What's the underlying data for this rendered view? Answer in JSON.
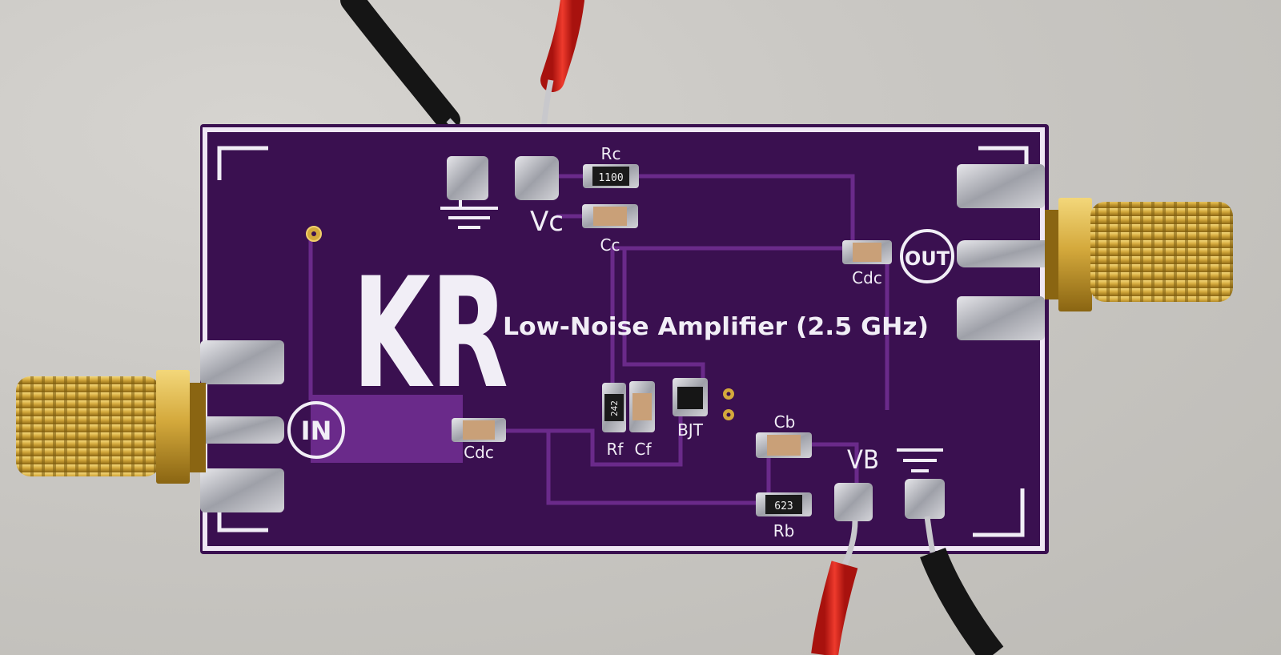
{
  "board": {
    "logo": "KR",
    "title": "Low-Noise Amplifier (2.5 GHz)",
    "labels": {
      "in": "IN",
      "out": "OUT",
      "vc": "Vc",
      "vb": "VB",
      "bjt": "BJT"
    },
    "components": [
      {
        "ref": "Rc",
        "marking": "1100"
      },
      {
        "ref": "Cc",
        "marking": ""
      },
      {
        "ref": "Cdc",
        "marking": ""
      },
      {
        "ref": "Cdc",
        "marking": ""
      },
      {
        "ref": "Rf",
        "marking": "242"
      },
      {
        "ref": "Cf",
        "marking": ""
      },
      {
        "ref": "Cb",
        "marking": ""
      },
      {
        "ref": "Rb",
        "marking": "623"
      }
    ]
  },
  "colors": {
    "pcb": "#3a1050",
    "pcb_trace": "#6a2a8a",
    "silkscreen": "#f1eef6",
    "gold": "#d4a93c",
    "solder": "#b8b8be",
    "wire_red": "#d8201a",
    "wire_black": "#151515",
    "background": "#c9c7c3"
  }
}
